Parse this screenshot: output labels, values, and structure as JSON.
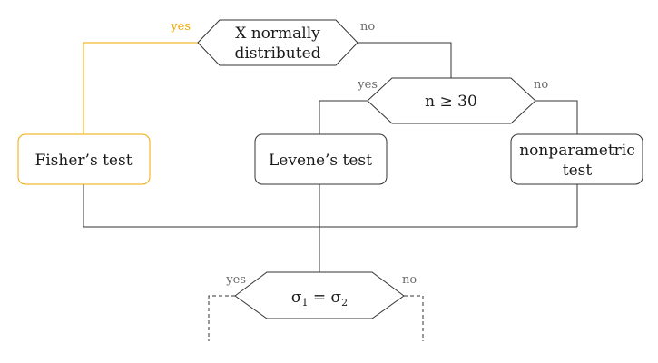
{
  "colors": {
    "highlight": "#f0a800",
    "line": "#333333",
    "muted_label": "#6b6b6b",
    "text": "#1a1a1a"
  },
  "nodes": {
    "normal": {
      "line1": "X normally",
      "line2": "distributed"
    },
    "n30": {
      "text": "n ≥ 30"
    },
    "fisher": {
      "text": "Fisher’s test"
    },
    "levene": {
      "text": "Levene’s test"
    },
    "nonpar": {
      "line1": "nonparametric",
      "line2": "test"
    },
    "sigma": {
      "sym": "σ",
      "sub1": "1",
      "eq": " = ",
      "sub2": "2"
    }
  },
  "edges": {
    "normal_yes": "yes",
    "normal_no": "no",
    "n30_yes": "yes",
    "n30_no": "no",
    "sigma_yes": "yes",
    "sigma_no": "no"
  }
}
